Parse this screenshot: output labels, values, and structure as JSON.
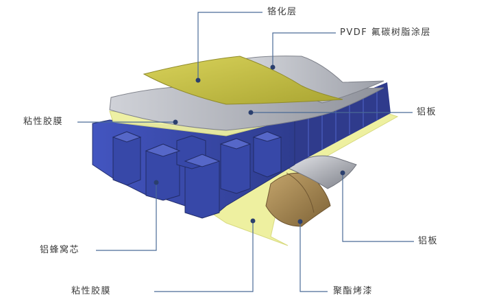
{
  "labels": {
    "chrome_layer": "铬化层",
    "pvdf_coating": "PVDF 氟碳树脂涂层",
    "aluminum_top": "铝板",
    "adhesive_top": "粘性胶膜",
    "honeycomb_core": "铝蜂窝芯",
    "aluminum_bottom": "铝板",
    "adhesive_bottom": "粘性胶膜",
    "polyester_paint": "聚酯烤漆"
  },
  "colors": {
    "leader_line": "#4a6a96",
    "dot": "#2b3f6e",
    "chrome_layer": "#c8c24a",
    "pvdf_coating": "#c7c9cf",
    "aluminum_sheet": "#a9acb4",
    "honeycomb": "#3d4fb0",
    "adhesive": "#eef0a0",
    "polyester": "#9c7f4e"
  }
}
